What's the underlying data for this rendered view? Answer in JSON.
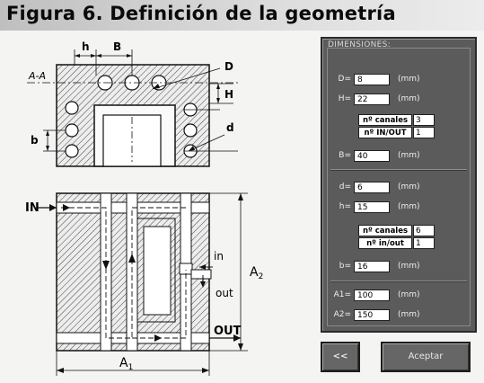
{
  "title": "Figura 6. Definición de la geometría",
  "drawing": {
    "labels": {
      "h_top": "h",
      "B_top": "B",
      "D": "D",
      "AA": "A-A",
      "H": "H",
      "b": "b",
      "d": "d",
      "IN": "IN",
      "in": "in",
      "out": "out",
      "OUT": "OUT",
      "A2": "A",
      "A2_sub": "2",
      "A1": "A",
      "A1_sub": "1"
    }
  },
  "panel": {
    "header": "DIMENSIONES:",
    "fields": [
      {
        "label": "D=",
        "value": "8",
        "unit": "(mm)"
      },
      {
        "label": "H=",
        "value": "22",
        "unit": "(mm)"
      },
      {
        "label": "B=",
        "value": "40",
        "unit": "(mm)"
      },
      {
        "label": "d=",
        "value": "6",
        "unit": "(mm)"
      },
      {
        "label": "h=",
        "value": "15",
        "unit": "(mm)"
      },
      {
        "label": "b=",
        "value": "16",
        "unit": "(mm)"
      },
      {
        "label": "A1=",
        "value": "100",
        "unit": "(mm)"
      },
      {
        "label": "A2=",
        "value": "150",
        "unit": "(mm)"
      }
    ],
    "group1": {
      "canales_label": "nº canales",
      "canales_value": "3",
      "inout_label": "nº IN/OUT",
      "inout_value": "1"
    },
    "group2": {
      "canales_label": "nº canales",
      "canales_value": "6",
      "inout_label": "nº in/out",
      "inout_value": "1"
    }
  },
  "buttons": {
    "back_label": "<<",
    "accept_label": "Aceptar"
  }
}
